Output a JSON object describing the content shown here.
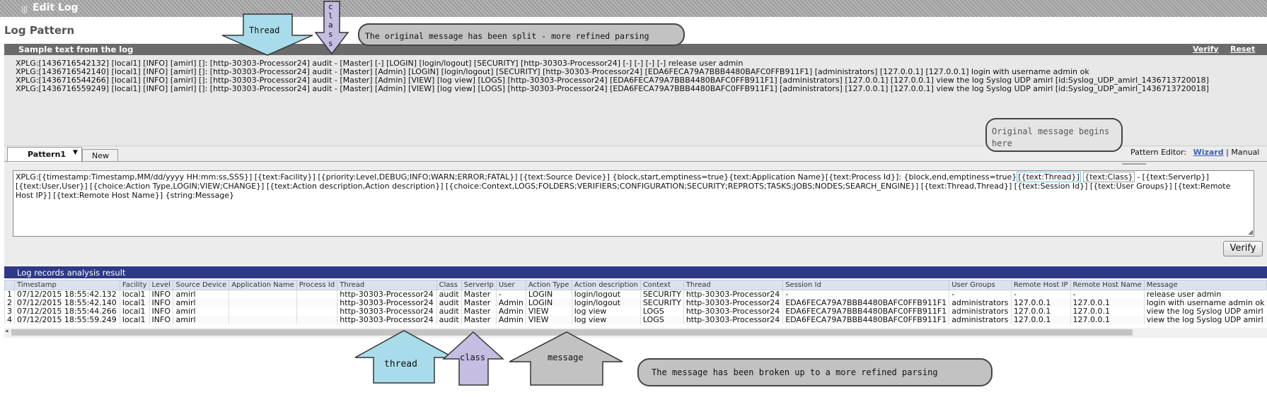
{
  "window": {
    "title": "Edit Log"
  },
  "page_title": "Log Pattern",
  "sample": {
    "header": "Sample text from the log",
    "verify_link": "Verify",
    "reset_link": "Reset",
    "lines": [
      "XPLG:[1436716542132] [local1] [INFO] [amirl] []: [http-30303-Processor24] audit - [Master] [-] [LOGIN] [login/logout] [SECURITY] [http-30303-Processor24] [-] [-] [-] [-] release user admin",
      "XPLG:[1436716542140] [local1] [INFO] [amirl] []: [http-30303-Processor24] audit - [Master] [Admin] [LOGIN] [login/logout] [SECURITY] [http-30303-Processor24] [EDA6FECA79A7BBB4480BAFC0FFB911F1] [administrators] [127.0.0.1] [127.0.0.1] login with username admin ok",
      "XPLG:[1436716544266] [local1] [INFO] [amirl] []: [http-30303-Processor24] audit - [Master] [Admin] [VIEW] [log view] [LOGS] [http-30303-Processor24] [EDA6FECA79A7BBB4480BAFC0FFB911F1] [administrators] [127.0.0.1] [127.0.0.1] view the log Syslog UDP amirl [id:Syslog_UDP_amirl_1436713720018]",
      "XPLG:[1436716559249] [local1] [INFO] [amirl] []: [http-30303-Processor24] audit - [Master] [Admin] [VIEW] [log view] [LOGS] [http-30303-Processor24] [EDA6FECA79A7BBB4480BAFC0FFB911F1] [administrators] [127.0.0.1] [127.0.0.1] view the log Syslog UDP amirl [id:Syslog_UDP_amirl_1436713720018]"
    ]
  },
  "tabs": {
    "active": "Pattern1",
    "new": "New"
  },
  "pattern_editor": {
    "label": "Pattern Editor:",
    "wizard": "Wizard",
    "separator": "|",
    "manual": "Manual"
  },
  "pattern": {
    "line1_a": "XPLG:[{timestamp:Timestamp,MM/dd/yyyy HH:mm:ss,SSS}] [{text:Facility}] [{priority:Level,DEBUG;INFO;WARN;ERROR;FATAL}] [{text:Source Device}] {block,start,emptiness=true}{text:Application Name}[{text:Process Id}]: {block,end,emptiness=true}",
    "line1_thread": "[{text:Thread}]",
    "line1_class": "{text:Class}",
    "line1_b": " - [{text:ServerIp}]",
    "line2": "[{text:User,User}] [{choice:Action Type,LOGIN;VIEW;CHANGE}] [{text:Action description,Action description}] [{choice:Context,LOGS;FOLDERS;VERIFIERS;CONFIGURATION;SECURITY;REPROTS;TASKS;JOBS;NODES;SEARCH_ENGINE}] [{text:Thread,Thread}] [{text:Session Id}] [{text:User Groups}] [{text:Remote",
    "line3": "Host IP}] [{text:Remote Host Name}] {string:Message}"
  },
  "verify_button": "Verify",
  "results": {
    "header": "Log records analysis result",
    "columns": [
      "",
      "Timestamp",
      "Facility",
      "Level",
      "Source Device",
      "Application Name",
      "Process Id",
      "Thread",
      "Class",
      "ServerIp",
      "User",
      "Action Type",
      "Action description",
      "Context",
      "Thread",
      "Session Id",
      "User Groups",
      "Remote Host IP",
      "Remote Host Name",
      "Message"
    ],
    "rows": [
      [
        "1",
        "07/12/2015 18:55:42.132",
        "local1",
        "INFO",
        "amirl",
        "",
        "",
        "http-30303-Processor24",
        "audit",
        "Master",
        "-",
        "LOGIN",
        "login/logout",
        "SECURITY",
        "http-30303-Processor24",
        "-",
        "-",
        "-",
        "-",
        "release user admin"
      ],
      [
        "2",
        "07/12/2015 18:55:42.140",
        "local1",
        "INFO",
        "amirl",
        "",
        "",
        "http-30303-Processor24",
        "audit",
        "Master",
        "Admin",
        "LOGIN",
        "login/logout",
        "SECURITY",
        "http-30303-Processor24",
        "EDA6FECA79A7BBB4480BAFC0FFB911F1",
        "administrators",
        "127.0.0.1",
        "127.0.0.1",
        "login with username admin ok"
      ],
      [
        "3",
        "07/12/2015 18:55:44.266",
        "local1",
        "INFO",
        "amirl",
        "",
        "",
        "http-30303-Processor24",
        "audit",
        "Master",
        "Admin",
        "VIEW",
        "log view",
        "LOGS",
        "http-30303-Processor24",
        "EDA6FECA79A7BBB4480BAFC0FFB911F1",
        "administrators",
        "127.0.0.1",
        "127.0.0.1",
        "view the log Syslog UDP amirl"
      ],
      [
        "4",
        "07/12/2015 18:55:59.249",
        "local1",
        "INFO",
        "amirl",
        "",
        "",
        "http-30303-Processor24",
        "audit",
        "Master",
        "Admin",
        "VIEW",
        "log view",
        "LOGS",
        "http-30303-Processor24",
        "EDA6FECA79A7BBB4480BAFC0FFB911F1",
        "administrators",
        "127.0.0.1",
        "127.0.0.1",
        "view the log Syslog UDP amirl"
      ]
    ]
  },
  "annotations": {
    "thread_top": "Thread",
    "class_top": "class",
    "split_note": "The original message has been split - more refined parsing",
    "original_begins": "Original message begins here",
    "thread_bottom": "thread",
    "class_bottom": "class",
    "message_bottom": "message",
    "broken_note": "The message has been broken up to a more refined parsing"
  },
  "colors": {
    "thread_arrow": "#a9dceb",
    "class_arrow": "#c6bde3",
    "message_arrow": "#c2c2c2",
    "results_header": "#2f3a86",
    "section_header": "#6b6b6b"
  }
}
